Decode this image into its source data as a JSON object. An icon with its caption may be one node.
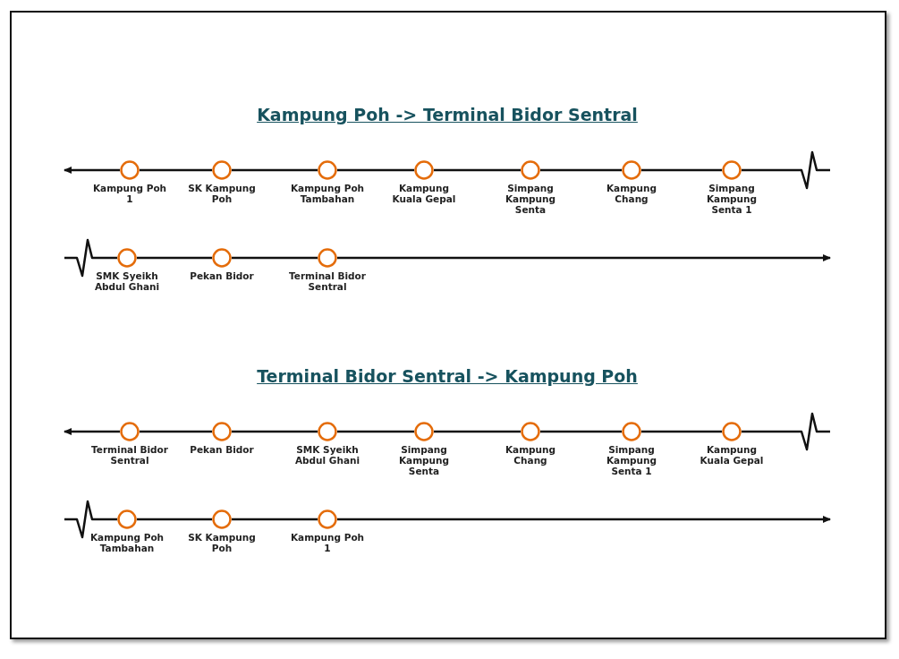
{
  "diagram": {
    "nodes": [
      {
        "text": [
          "Kampung Poh 1"
        ]
      },
      {
        "text": [
          "SK Kampung Poh"
        ]
      },
      {
        "text": [
          "Kampung Poh Tambahan"
        ]
      },
      {
        "text": [
          "Kampung Kuala Gepal"
        ]
      },
      {
        "text": [
          "Simpang Kampung Senta"
        ]
      },
      {
        "text": [
          "Kampung Chang"
        ]
      },
      {
        "text": [
          "Simpang Kampung Senta 1"
        ]
      },
      {
        "text": [
          "SMK Syeikh Abdul Ghani"
        ]
      },
      {
        "text": [
          "Pekan Bidor"
        ]
      },
      {
        "text": [
          "Terminal Bidor Sentral"
        ]
      },
      {
        "text": [
          "Terminal Bidor Sentral"
        ]
      },
      {
        "text": [
          "Pekan Bidor"
        ]
      },
      {
        "text": [
          "SMK Syeikh Abdul Ghani"
        ]
      },
      {
        "text": [
          "Simpang Kampung Senta"
        ]
      },
      {
        "text": [
          "Kampung Chang"
        ]
      },
      {
        "text": [
          "Simpang Kampung Senta 1"
        ]
      },
      {
        "text": [
          "Kampung Kuala Gepal"
        ]
      },
      {
        "text": [
          "Kampung Poh Tambahan"
        ]
      },
      {
        "text": [
          "SK Kampung Poh"
        ]
      },
      {
        "text": [
          "Kampung Poh 1"
        ]
      }
    ],
    "edges": [
      {
        "from": 0,
        "to": null,
        "arrow": "to"
      },
      {
        "from": 0,
        "to": 1,
        "arrow": "none"
      },
      {
        "from": 1,
        "to": 2,
        "arrow": "none"
      },
      {
        "from": 2,
        "to": 3,
        "arrow": "none"
      },
      {
        "from": 3,
        "to": 4,
        "arrow": "none"
      },
      {
        "from": 4,
        "to": 5,
        "arrow": "none"
      },
      {
        "from": 5,
        "to": 6,
        "arrow": "none"
      },
      {
        "from": 6,
        "to": null,
        "arrow": "none"
      },
      {
        "from": null,
        "to": 7,
        "arrow": "none"
      },
      {
        "from": 7,
        "to": 8,
        "arrow": "none"
      },
      {
        "from": 8,
        "to": 9,
        "arrow": "none"
      },
      {
        "from": 9,
        "to": null,
        "arrow": "to"
      },
      {
        "from": 10,
        "to": null,
        "arrow": "to"
      },
      {
        "from": 10,
        "to": 11,
        "arrow": "none"
      },
      {
        "from": 11,
        "to": 12,
        "arrow": "none"
      },
      {
        "from": 12,
        "to": 13,
        "arrow": "none"
      },
      {
        "from": 13,
        "to": 14,
        "arrow": "none"
      },
      {
        "from": 14,
        "to": 15,
        "arrow": "none"
      },
      {
        "from": 15,
        "to": 16,
        "arrow": "none"
      },
      {
        "from": 16,
        "to": null,
        "arrow": "none"
      },
      {
        "from": null,
        "to": 17,
        "arrow": "none"
      },
      {
        "from": 17,
        "to": 18,
        "arrow": "none"
      },
      {
        "from": 18,
        "to": 19,
        "arrow": "none"
      },
      {
        "from": 19,
        "to": null,
        "arrow": "to"
      }
    ],
    "labels": [
      "Kampung Poh -> Terminal Bidor Sentral",
      "Terminal Bidor Sentral -> Kampung Poh"
    ]
  }
}
